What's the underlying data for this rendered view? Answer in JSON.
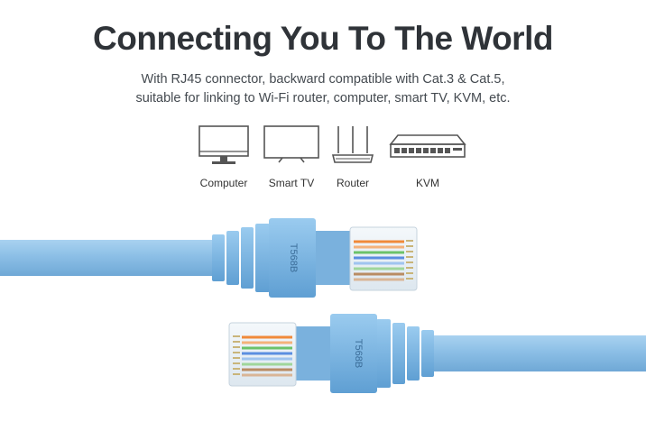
{
  "header": {
    "title": "Connecting You To The World",
    "subtitle_line1": "With RJ45 connector, backward compatible with Cat.3 & Cat.5,",
    "subtitle_line2": "suitable for linking to Wi-Fi router, computer, smart TV, KVM, etc."
  },
  "devices": [
    {
      "label": "Computer",
      "icon": "computer-monitor-icon"
    },
    {
      "label": "Smart TV",
      "icon": "smart-tv-icon"
    },
    {
      "label": "Router",
      "icon": "router-icon"
    },
    {
      "label": "KVM",
      "icon": "kvm-switch-icon"
    }
  ],
  "cable": {
    "connector_label": "T568B",
    "cable_color": "#8fc0e6",
    "connector_color": "#7eb6e2"
  }
}
